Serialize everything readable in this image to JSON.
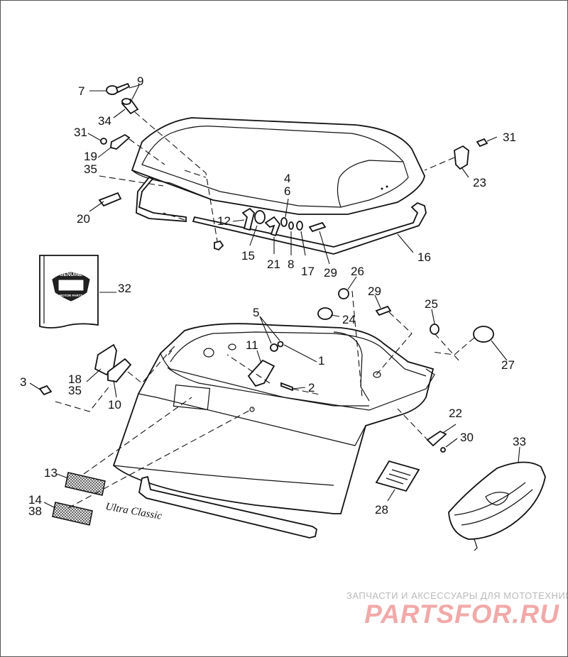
{
  "diagram": {
    "callouts": {
      "c1": "1",
      "c2": "2",
      "c3": "3",
      "c4": "4",
      "c5": "5",
      "c6": "6",
      "c7": "7",
      "c8": "8",
      "c9": "9",
      "c10": "10",
      "c11": "11",
      "c12": "12",
      "c13": "13",
      "c14": "14",
      "c15": "15",
      "c16": "16",
      "c17": "17",
      "c18": "18",
      "c19": "19",
      "c20": "20",
      "c21": "21",
      "c22": "22",
      "c23": "23",
      "c24": "24",
      "c25": "25",
      "c26": "26",
      "c27": "27",
      "c28": "28",
      "c29a": "29",
      "c29b": "29",
      "c30": "30",
      "c31a": "31",
      "c31b": "31",
      "c32": "32",
      "c33": "33",
      "c34": "34",
      "c35a": "35",
      "c35b": "35",
      "c38": "38"
    },
    "book_badge": {
      "top": "GENUINE",
      "bottom": "MOTOR PARTS"
    },
    "emblem_script": "Ultra Classic"
  },
  "watermark": {
    "line1": "ЗАПЧАСТИ И АКСЕССУАРЫ ДЛЯ МОТОТЕХНИКИ",
    "brand": "PARTSFOR.RU"
  }
}
